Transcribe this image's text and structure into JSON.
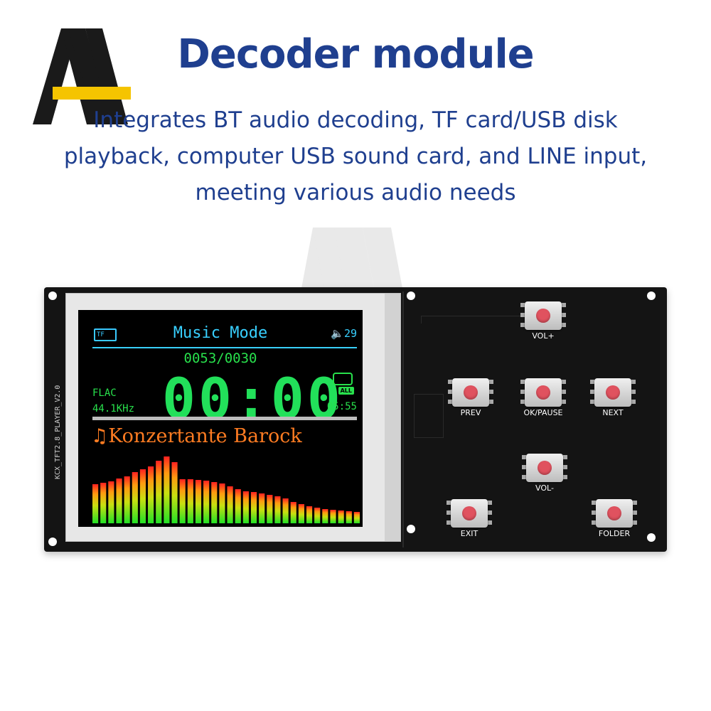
{
  "header": {
    "title": "Decoder module",
    "subtitle_lines": [
      "Integrates BT audio decoding, TF card/USB disk",
      "playback, computer USB sound card, and LINE input,",
      "meeting various audio needs"
    ]
  },
  "colors": {
    "title": "#1f3f8f",
    "board": "#141414",
    "lcd_cyan": "#38d0ff",
    "lcd_green": "#28e04c",
    "song_orange": "#ff7c22",
    "button_cap": "#e0525f"
  },
  "board": {
    "silkscreen_label": "KCX_TFT2.8_PLAYER_V2.0"
  },
  "lcd": {
    "source_icon": "TF",
    "mode_title": "Music Mode",
    "volume_icon": "speaker-icon",
    "volume_value": "29",
    "track_counter": "0053/0030",
    "format": "FLAC",
    "sample_rate": "44.1KHz",
    "elapsed_time": "00:00",
    "repeat_icon": "repeat-icon",
    "repeat_mode": "ALL",
    "total_time": "05:55",
    "progress_fraction": 0.0,
    "song_title": "♫Konzertante Barock",
    "spectrum_levels": [
      0.55,
      0.57,
      0.59,
      0.63,
      0.66,
      0.72,
      0.76,
      0.8,
      0.88,
      0.94,
      0.86,
      0.62,
      0.62,
      0.61,
      0.6,
      0.58,
      0.56,
      0.52,
      0.48,
      0.45,
      0.44,
      0.42,
      0.4,
      0.38,
      0.35,
      0.3,
      0.27,
      0.24,
      0.22,
      0.2,
      0.19,
      0.18,
      0.17,
      0.16
    ]
  },
  "buttons": [
    {
      "key": "vol-plus",
      "label": "VOL+"
    },
    {
      "key": "prev",
      "label": "PREV"
    },
    {
      "key": "ok-pause",
      "label": "OK/PAUSE"
    },
    {
      "key": "next",
      "label": "NEXT"
    },
    {
      "key": "vol-minus",
      "label": "VOL-"
    },
    {
      "key": "exit",
      "label": "EXIT"
    },
    {
      "key": "folder",
      "label": "FOLDER"
    }
  ]
}
